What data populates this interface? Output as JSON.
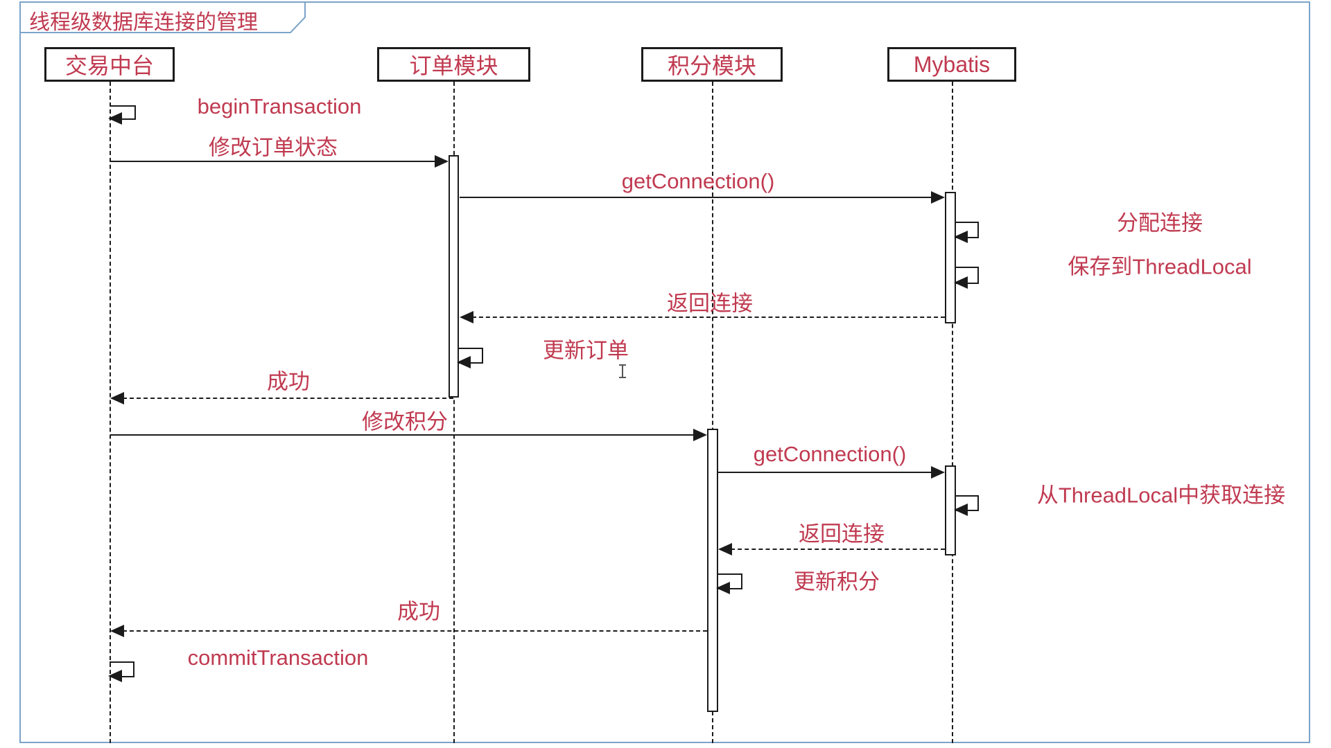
{
  "frame": {
    "title": "线程级数据库连接的管理"
  },
  "participants": [
    {
      "label": "交易中台"
    },
    {
      "label": "订单模块"
    },
    {
      "label": "积分模块"
    },
    {
      "label": "Mybatis"
    }
  ],
  "messages": {
    "begin_transaction": "beginTransaction",
    "modify_order_status": "修改订单状态",
    "get_connection_1": "getConnection()",
    "allocate_connection": "分配连接",
    "save_to_threadlocal": "保存到ThreadLocal",
    "return_connection_1": "返回连接",
    "update_order": "更新订单",
    "success_1": "成功",
    "modify_points": "修改积分",
    "get_connection_2": "getConnection()",
    "get_from_threadlocal": "从ThreadLocal中获取连接",
    "return_connection_2": "返回连接",
    "update_points": "更新积分",
    "success_2": "成功",
    "commit_transaction": "commitTransaction"
  },
  "cursor": {
    "type": "text-ibeam"
  },
  "colors": {
    "accent_text": "#c03a50",
    "line": "#1b1b1b",
    "frame_border": "#7ba3c9",
    "background": "#ffffff"
  },
  "diagram_type": "uml-sequence"
}
